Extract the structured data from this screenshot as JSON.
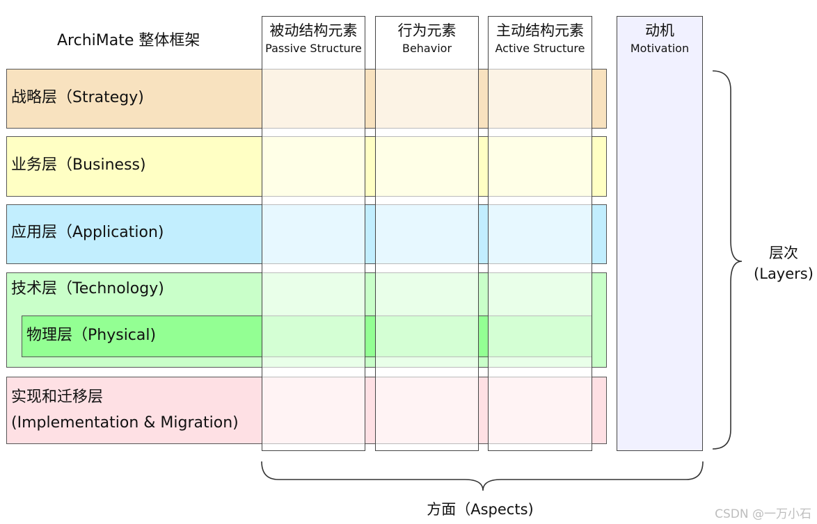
{
  "title": "ArchiMate 整体框架",
  "layers": {
    "strategy": {
      "label": "战略层（Strategy)",
      "color": "#f8e2bf"
    },
    "business": {
      "label": "业务层（Business)",
      "color": "#ffffc4"
    },
    "application": {
      "label": "应用层（Application)",
      "color": "#c2eefe"
    },
    "technology": {
      "label": "技术层（Technology)",
      "color": "#c9ffc9"
    },
    "physical": {
      "label": "物理层（Physical)",
      "color": "#93ff93"
    },
    "implementation": {
      "label_line1": "实现和迁移层",
      "label_line2": "(Implementation & Migration)",
      "color": "#fee0e4"
    }
  },
  "aspects": {
    "passive": {
      "zh": "被动结构元素",
      "en": "Passive Structure"
    },
    "behavior": {
      "zh": "行为元素",
      "en": "Behavior"
    },
    "active": {
      "zh": "主动结构元素",
      "en": "Active Structure"
    },
    "motivation": {
      "zh": "动机",
      "en": "Motivation",
      "color": "#f1f1ff"
    }
  },
  "layers_bracket": {
    "line1": "层次",
    "line2": "(Layers)"
  },
  "aspects_bracket": {
    "label": "方面（Aspects)"
  },
  "watermark": "CSDN @一万小石"
}
